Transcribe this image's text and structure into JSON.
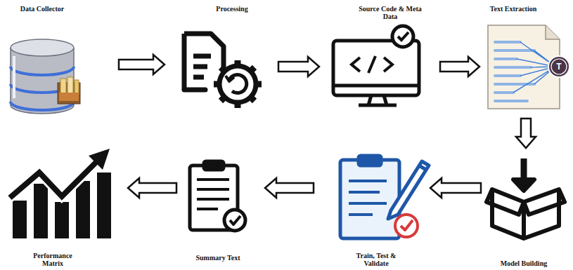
{
  "diagram": {
    "nodes": [
      {
        "text": [
          "Data Collector"
        ]
      },
      {
        "text": [
          "Processing"
        ]
      },
      {
        "text": [
          "Source Code & Meta Data"
        ]
      },
      {
        "text": [
          "Text Extraction"
        ]
      },
      {
        "text": [
          "Model Building"
        ]
      },
      {
        "text": [
          "Train, Test & Validate"
        ]
      },
      {
        "text": [
          "Summary Text"
        ]
      },
      {
        "text": [
          "Performance Matrix"
        ]
      }
    ],
    "edges": [
      {
        "from": 0,
        "to": 1,
        "arrow": "to"
      },
      {
        "from": 1,
        "to": 2,
        "arrow": "to"
      },
      {
        "from": 2,
        "to": 3,
        "arrow": "to"
      },
      {
        "from": 3,
        "to": 4,
        "arrow": "to"
      },
      {
        "from": 4,
        "to": 5,
        "arrow": "to"
      },
      {
        "from": 5,
        "to": 6,
        "arrow": "to"
      },
      {
        "from": 6,
        "to": 7,
        "arrow": "to"
      }
    ],
    "labels": [
      "T"
    ]
  }
}
